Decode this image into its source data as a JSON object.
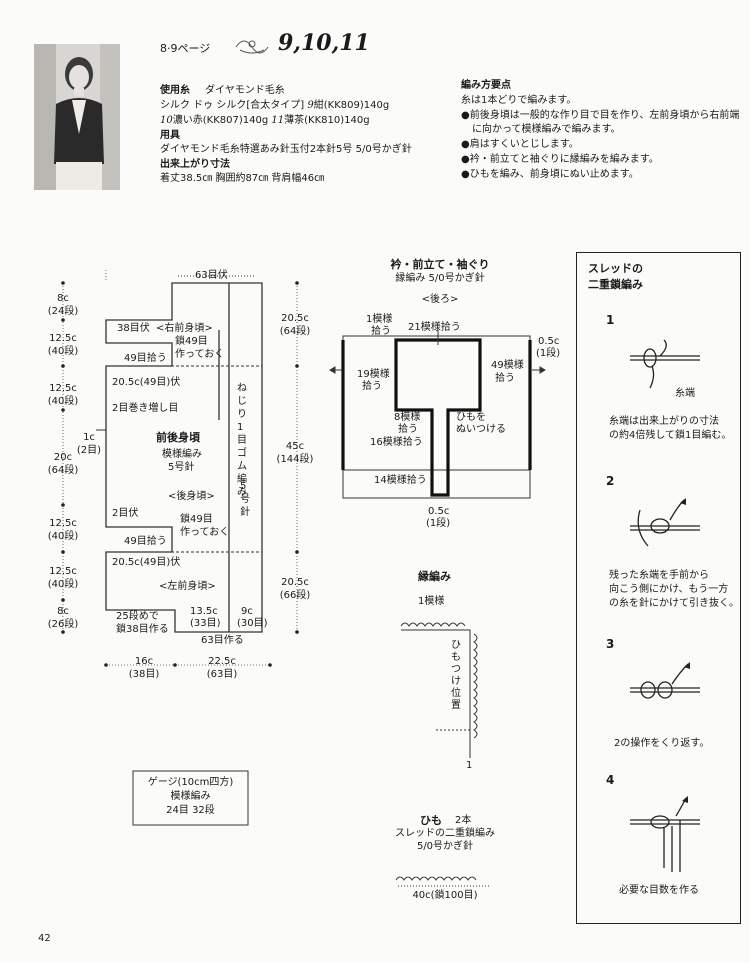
{
  "header": {
    "page_ref": "8·9ページ",
    "model_numbers": "9,10,11"
  },
  "materials": {
    "yarn_heading": "使用糸",
    "yarn_brand": "ダイヤモンド毛糸",
    "yarn_line1_a": "シルク ドゥ シルク[合太タイプ]",
    "yarn_line1_num": "9",
    "yarn_line1_b": "紺(KK809)140g",
    "yarn_line2_num1": "10",
    "yarn_line2_a": "濃い赤(KK807)140g",
    "yarn_line2_num2": "11",
    "yarn_line2_b": "薄茶(KK810)140g",
    "tools_heading": "用具",
    "tools_text": "ダイヤモンド毛糸特選あみ針玉付2本針5号 5/0号かぎ針",
    "size_heading": "出来上がり寸法",
    "size_text": "着丈38.5㎝ 胸囲約87㎝ 背肩幅46㎝"
  },
  "points": {
    "heading": "編み方要点",
    "intro": "糸は1本どりで編みます。",
    "bullet1a": "●前後身頃は一般的な作り目で目を作り、左前身頃から右前端",
    "bullet1b": "に向かって模様編みで編みます。",
    "bullet2": "●肩はすくいとじします。",
    "bullet3": "●衿・前立てと袖ぐりに縁編みを編みます。",
    "bullet4": "●ひもを編み、前身頃にぬい止めます。"
  },
  "body_chart": {
    "top_cast": "63目伏",
    "right_front": "<右前身頃>",
    "bind38": "38目伏",
    "hold49_a": "鎖49目",
    "hold49_b": "作っておく",
    "pick49_top": "49目拾う",
    "bind49_top": "20.5c(49目)伏",
    "wrap2": "2目巻き増し目",
    "main_title": "前後身頃",
    "main_pattern": "模様編み",
    "main_needle": "5号針",
    "bind2": "2目伏",
    "back": "<後身頃>",
    "hold49b_a": "鎖49目",
    "hold49b_b": "作っておく",
    "pick49_bot": "49目拾う",
    "bind49_bot": "20.5c(49目)伏",
    "left_front": "<左前身頃>",
    "pick25_a": "25段めで",
    "pick25_b": "鎖38目作る",
    "w135": "13.5c",
    "w135s": "(33目)",
    "w9": "9c",
    "w9s": "(30目)",
    "cast63": "63目作る",
    "rib_label": "ねじり1目ゴム編み",
    "rib_needle": "5号針",
    "left_dims": [
      {
        "c": "8c",
        "s": "(24段)"
      },
      {
        "c": "12.5c",
        "s": "(40段)"
      },
      {
        "c": "12.5c",
        "s": "(40段)"
      },
      {
        "c": "20c",
        "s": "(64段)"
      },
      {
        "c": "12.5c",
        "s": "(40段)"
      },
      {
        "c": "12.5c",
        "s": "(40段)"
      },
      {
        "c": "8c",
        "s": "(26段)"
      }
    ],
    "side_1c": "1c",
    "side_2": "(2目)",
    "right_dims": [
      {
        "c": "20.5c",
        "s": "(64段)"
      },
      {
        "c": "45c",
        "s": "(144段)"
      },
      {
        "c": "20.5c",
        "s": "(66段)"
      }
    ],
    "bottom_16": "16c",
    "bottom_16s": "(38目)",
    "bottom_225": "22.5c",
    "bottom_225s": "(63目)"
  },
  "gauge": {
    "title": "ゲージ(10cm四方)",
    "pattern": "模様編み",
    "count": "24目 32段"
  },
  "collar": {
    "title": "衿・前立て・袖ぐり",
    "sub": "縁編み 5/0号かぎ針",
    "back": "<後ろ>",
    "p1a": "1模様",
    "p1b": "拾う",
    "p21": "21模様拾う",
    "p19a": "19模様",
    "p19b": "拾う",
    "p49a": "49模様",
    "p49b": "拾う",
    "r05": "0.5c",
    "r05s": "(1段)",
    "p8a": "8模様",
    "p8b": "拾う",
    "sew_a": "ひもを",
    "sew_b": "ぬいつける",
    "p16": "16模様拾う",
    "p14": "14模様拾う",
    "b05": "0.5c",
    "b05s": "(1段)"
  },
  "edging": {
    "title": "縁編み",
    "motif": "1模様",
    "tie_pos": "ひもつけ位置",
    "arrow_num": "1"
  },
  "cord": {
    "title": "ひも",
    "count": "2本",
    "desc": "スレッドの二重鎖編み",
    "hook": "5/0号かぎ針",
    "length": "40c(鎖100目)"
  },
  "sidebar": {
    "title_a": "スレッドの",
    "title_b": "二重鎖編み",
    "steps": [
      {
        "n": "1",
        "label": "糸端",
        "t1": "糸端は出来上がりの寸法",
        "t2": "の約4倍残して鎖1目編む。",
        "t3": ""
      },
      {
        "n": "2",
        "label": "",
        "t1": "残った糸端を手前から",
        "t2": "向こう側にかけ、もう一方",
        "t3": "の糸を針にかけて引き抜く。"
      },
      {
        "n": "3",
        "label": "",
        "t1": "2の操作をくり返す。",
        "t2": "",
        "t3": ""
      },
      {
        "n": "4",
        "label": "",
        "t1": "必要な目数を作る",
        "t2": "",
        "t3": ""
      }
    ]
  },
  "page_number": "42"
}
